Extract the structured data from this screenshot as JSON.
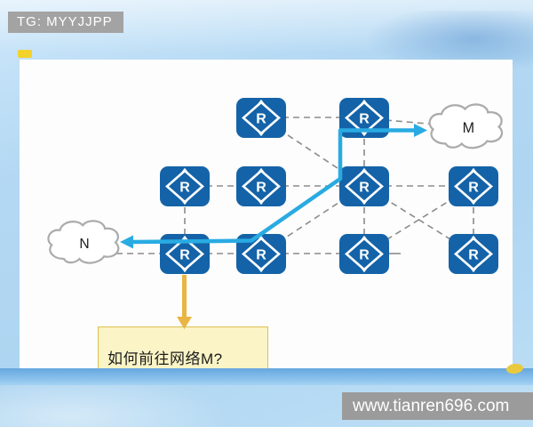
{
  "watermarks": {
    "top": "TG: MYYJJPP",
    "bottom": "www.tianren696.com"
  },
  "note": {
    "text": "如何前往网络M?"
  },
  "labels": {
    "router": "R"
  },
  "clouds": {
    "m": "M",
    "n": "N"
  },
  "icons": {
    "router": "blue-rounded-square-diamond-R",
    "network_cloud": "cloud-outline",
    "path_arrow": "cyan-double-ended-route-arrow",
    "note_arrow": "yellow-down-arrow"
  },
  "colors": {
    "router_blue": "#1463A8",
    "path_cyan": "#29ABE2",
    "arrow_yellow": "#EAB543",
    "note_bg": "#FAF4C6",
    "note_border": "#DCC253",
    "link_gray": "#8C8C8C",
    "cloud_stroke": "#ABABAB",
    "watermark_gray": "#A0A0A0",
    "band_blue": "#79B5E6",
    "background_blue": "#B3D8F3"
  }
}
